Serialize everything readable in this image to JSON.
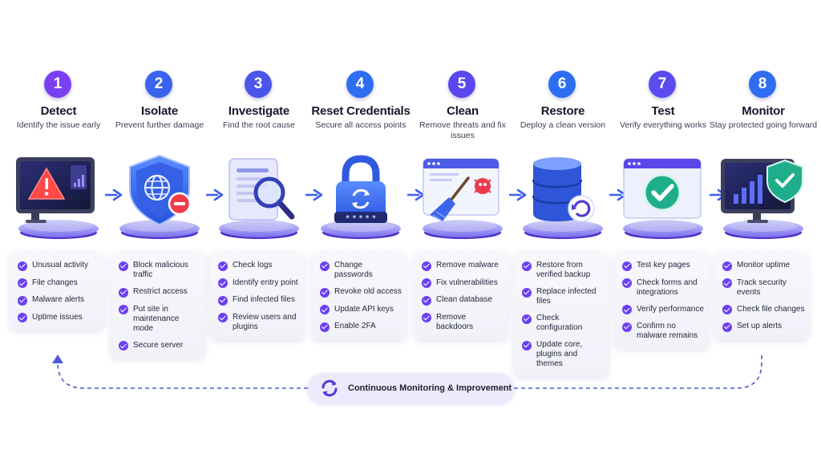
{
  "steps": [
    {
      "number": "1",
      "title": "Detect",
      "subtitle": "Identify the issue early",
      "icon": "monitor-alert-icon",
      "items": [
        "Unusual activity",
        "File changes",
        "Malware alerts",
        "Uptime issues"
      ]
    },
    {
      "number": "2",
      "title": "Isolate",
      "subtitle": "Prevent further damage",
      "icon": "shield-block-icon",
      "items": [
        "Block malicious traffic",
        "Restrict access",
        "Put site in maintenance mode",
        "Secure server"
      ]
    },
    {
      "number": "3",
      "title": "Investigate",
      "subtitle": "Find the root cause",
      "icon": "document-magnifier-icon",
      "items": [
        "Check logs",
        "Identify entry point",
        "Find infected files",
        "Review users and plugins"
      ]
    },
    {
      "number": "4",
      "title": "Reset Credentials",
      "subtitle": "Secure all access points",
      "icon": "padlock-reset-icon",
      "items": [
        "Change passwords",
        "Revoke old access",
        "Update API keys",
        "Enable 2FA"
      ]
    },
    {
      "number": "5",
      "title": "Clean",
      "subtitle": "Remove threats and fix issues",
      "icon": "broom-window-icon",
      "items": [
        "Remove malware",
        "Fix vulnerabilities",
        "Clean database",
        "Remove backdoors"
      ]
    },
    {
      "number": "6",
      "title": "Restore",
      "subtitle": "Deploy a clean version",
      "icon": "database-restore-icon",
      "items": [
        "Restore from verified backup",
        "Replace infected files",
        "Check configuration",
        "Update core, plugins and themes"
      ]
    },
    {
      "number": "7",
      "title": "Test",
      "subtitle": "Verify everything works",
      "icon": "window-check-icon",
      "items": [
        "Test key pages",
        "Check forms and integrations",
        "Verify performance",
        "Confirm no malware remains"
      ]
    },
    {
      "number": "8",
      "title": "Monitor",
      "subtitle": "Stay protected going forward",
      "icon": "monitor-shield-icon",
      "items": [
        "Monitor uptime",
        "Track security events",
        "Check file changes",
        "Set up alerts"
      ]
    }
  ],
  "loop": {
    "label": "Continuous Monitoring & Improvement",
    "icon": "cycle-arrows-icon"
  },
  "colors": {
    "badge": [
      "#7b3ff2",
      "#3a63ee",
      "#4b55ea",
      "#2f6ef0",
      "#5a47ef",
      "#2a6ff2",
      "#5a4cee",
      "#2f6df0"
    ],
    "arrow": "#3d5ef0",
    "check": "#6c3ff2",
    "loop_line": "#4f5ad8"
  }
}
